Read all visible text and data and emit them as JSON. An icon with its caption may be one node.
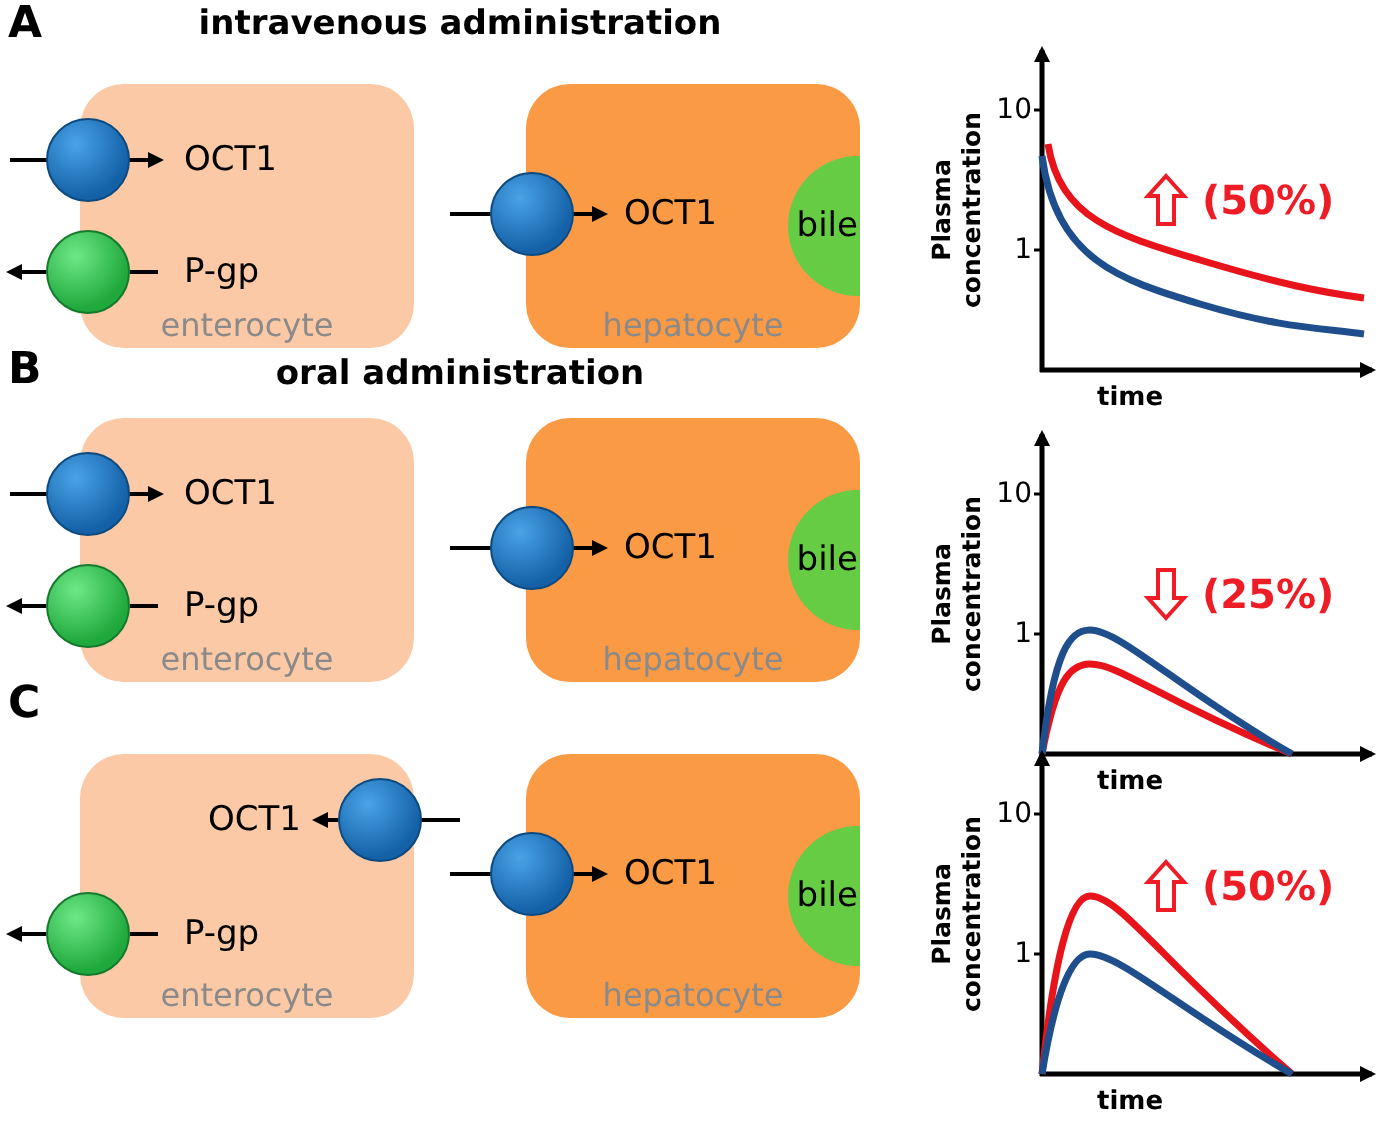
{
  "diagram": {
    "nodes": [
      {
        "text": [
          "enterocyte"
        ]
      },
      {
        "text": [],
        "shape": "circle"
      },
      {
        "text": [],
        "shape": "circle"
      },
      {
        "text": [
          "hepatocyte"
        ]
      },
      {
        "text": [],
        "shape": "circle"
      },
      {
        "text": [
          "bile"
        ],
        "in": 3
      },
      {
        "text": [
          "enterocyte"
        ]
      },
      {
        "text": [],
        "shape": "circle"
      },
      {
        "text": [],
        "shape": "circle"
      },
      {
        "text": [
          "hepatocyte"
        ]
      },
      {
        "text": [],
        "shape": "circle"
      },
      {
        "text": [
          "bile"
        ],
        "in": 9
      },
      {
        "text": [
          "enterocyte"
        ]
      },
      {
        "text": [],
        "shape": "circle"
      },
      {
        "text": [],
        "shape": "circle"
      },
      {
        "text": [
          "hepatocyte"
        ]
      },
      {
        "text": [],
        "shape": "circle"
      },
      {
        "text": [
          "bile"
        ],
        "in": 15
      }
    ],
    "edges": [
      {
        "from": 2,
        "to": null,
        "arrow": "to"
      },
      {
        "from": 8,
        "to": null,
        "arrow": "to"
      },
      {
        "from": 14,
        "to": null,
        "arrow": "to"
      }
    ],
    "labels": [
      "A",
      "intravenous administration",
      "OCT1",
      "OCT1",
      "P-gp",
      "10",
      "Plasma concentration",
      "(50%)",
      "1",
      "time",
      "B",
      "oral administration",
      "OCT1",
      "OCT1",
      "P-gp",
      "10",
      "Plasma concentration",
      "(25%)",
      "1",
      "time",
      "C",
      "OCT1",
      "OCT1",
      "P-gp",
      "10",
      "Plasma concentration",
      "(50%)",
      "1",
      "time"
    ]
  }
}
